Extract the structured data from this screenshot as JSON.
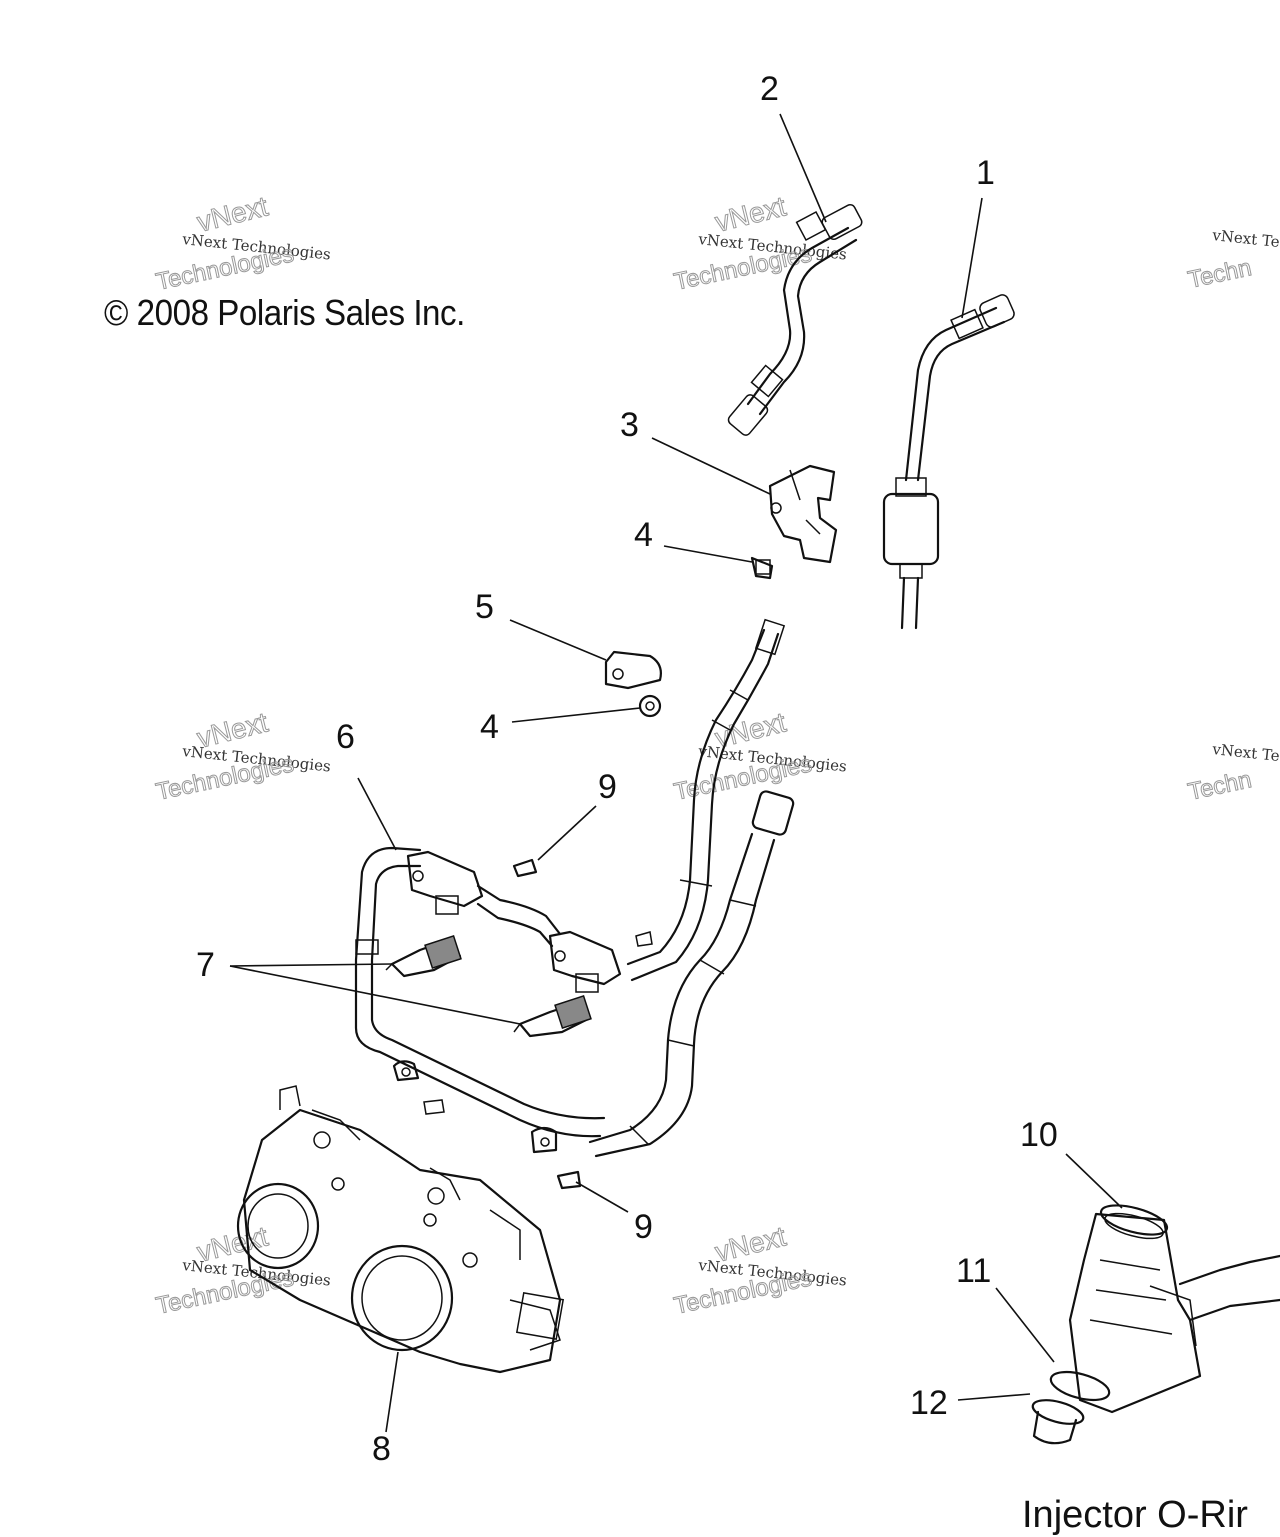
{
  "copyright": "© 2008 Polaris Sales Inc.",
  "caption": "Injector O-Rir",
  "watermark": {
    "line1": "vNext Technologies",
    "line2": "vNext",
    "line3": "Technologies",
    "edge": "vNext Te",
    "edge2": "Techn"
  },
  "callouts": [
    "1",
    "2",
    "3",
    "4",
    "5",
    "4",
    "6",
    "9",
    "7",
    "9",
    "8",
    "10",
    "11",
    "12"
  ]
}
